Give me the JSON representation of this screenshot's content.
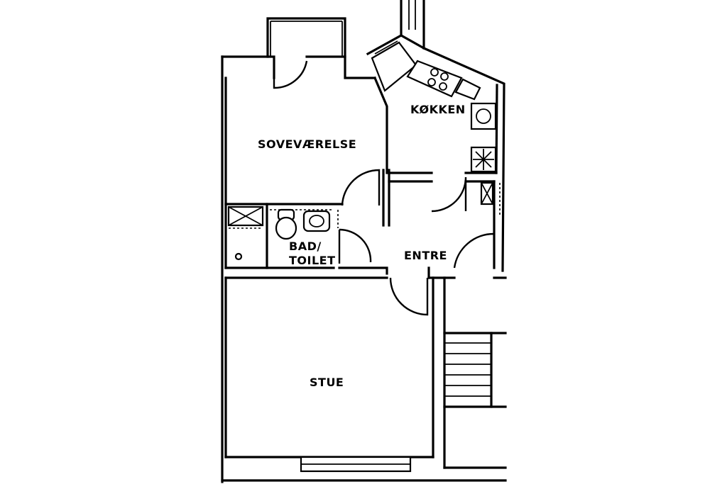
{
  "rooms": {
    "bedroom": "SOVEVÆRELSE",
    "kitchen": "KØKKEN",
    "bath_line1": "BAD/",
    "bath_line2": "TOILET",
    "entrance": "ENTRE",
    "living": "STUE"
  },
  "colors": {
    "ink": "#000000",
    "paper": "#ffffff"
  }
}
